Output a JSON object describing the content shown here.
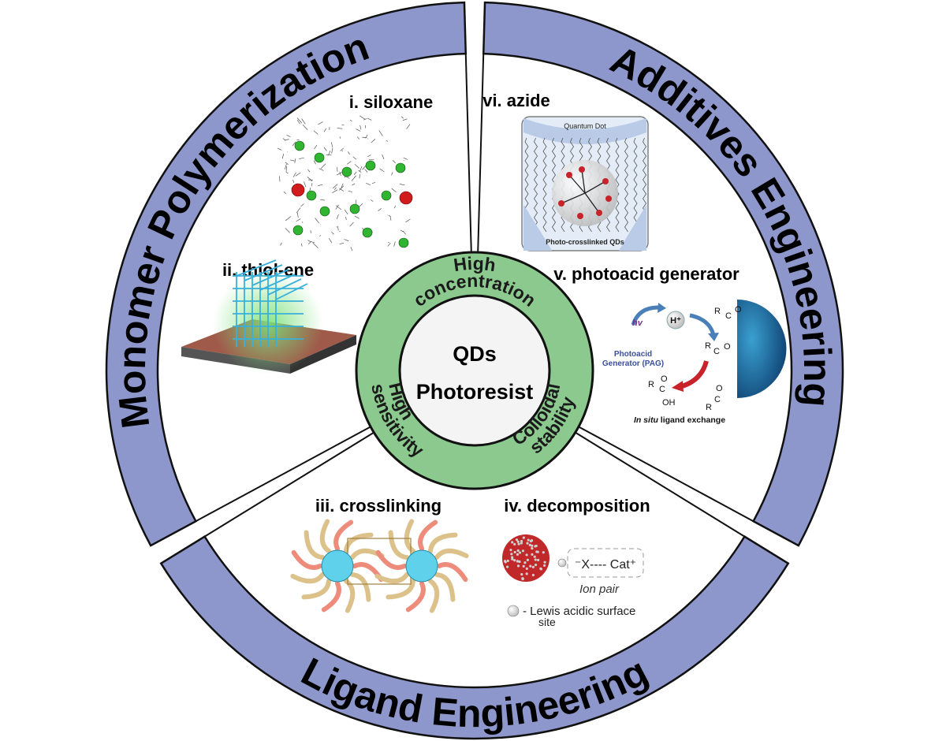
{
  "title": {
    "line1": "QDs",
    "line2": "Photoresist"
  },
  "categories": {
    "monomer": "Monomer Polymerization",
    "additives": "Additives Engineering",
    "ligand": "Ligand Engineering"
  },
  "properties": {
    "high_conc_1": "High",
    "high_conc_2": "concentration",
    "high_sens_1": "High",
    "high_sens_2": "sensitivity",
    "colloidal_1": "Colloidal",
    "colloidal_2": "stability"
  },
  "methods": {
    "siloxane": "i. siloxane",
    "thiolene": "ii. thiol-ene",
    "crosslinking": "iii. crosslinking",
    "decomposition": "iv. decomposition",
    "pag": "v. photoacid generator",
    "azide": "vi. azide"
  },
  "azide_panel": {
    "top": "Quantum Dot",
    "bottom": "Photo-crosslinked QDs"
  },
  "pag_panel": {
    "hv": "hv",
    "proton": "H⁺",
    "pag_1": "Photoacid",
    "pag_2": "Generator (PAG)",
    "caption_italic": "In situ",
    "caption_rest": " ligand exchange",
    "r": "R",
    "c": "C",
    "o": "O",
    "oh": "OH"
  },
  "decomp_panel": {
    "ion": "⁻X---- Cat⁺",
    "ion_pair": "Ion pair",
    "legend_1": "- Lewis acidic surface",
    "legend_2": "site"
  },
  "colors": {
    "ring": "#8e97cc",
    "core_ring": "#8cc98f",
    "core_center": "#f4f4f4"
  }
}
